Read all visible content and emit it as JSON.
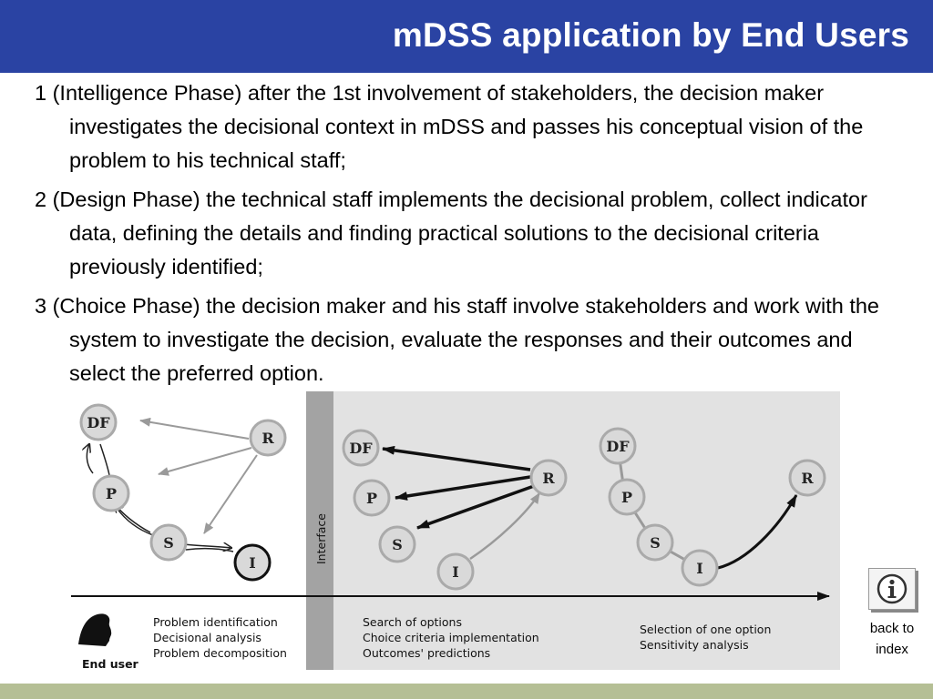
{
  "header": {
    "title": "mDSS application by End Users"
  },
  "paragraphs": [
    "1 (Intelligence Phase) after the 1st involvement of stakeholders, the decision maker investigates the decisional context in mDSS and passes his conceptual vision of the problem to his technical staff;",
    "2 (Design Phase) the technical staff implements the decisional problem, collect indicator data, defining the details and finding practical solutions to the decisional criteria previously identified;",
    "3 (Choice Phase) the decision maker and his staff involve stakeholders and work with the system to investigate the decision, evaluate the responses and their outcomes and select the preferred option."
  ],
  "diagram": {
    "interface_label": "Interface",
    "end_user_label": "End user",
    "nodes": {
      "df": "DF",
      "p": "P",
      "s": "S",
      "i": "I",
      "r": "R"
    },
    "phase1_lines": [
      "Problem identification",
      "Decisional analysis",
      "Problem decomposition"
    ],
    "phase2_lines": [
      "Search of options",
      "Choice criteria implementation",
      "Outcomes' predictions"
    ],
    "phase3_lines": [
      "Selection of one option",
      "Sensitivity analysis"
    ]
  },
  "nav": {
    "back_label_1": "back to",
    "back_label_2": "index",
    "icon": "info-icon"
  },
  "colors": {
    "header": "#2a43a3",
    "footer": "#b5bf95",
    "panel": "#e2e2e2",
    "interface_bar": "#a3a3a3"
  }
}
